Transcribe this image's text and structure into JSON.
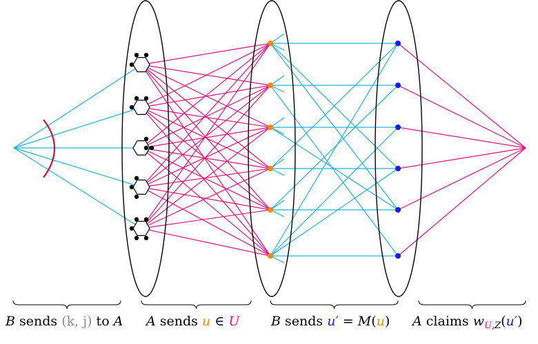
{
  "colors": {
    "cyan": "#1fb3df",
    "magenta": "#e6127c",
    "orange": "#f28c00",
    "blue": "#1a1ae0",
    "crimson": "#c8104a",
    "black": "#000000"
  },
  "stages": [
    {
      "id": "stage-1",
      "parts": [
        {
          "text": "B",
          "style": "it"
        },
        {
          "text": " sends ",
          "style": ""
        },
        {
          "text": "(k, j)",
          "style": "gray"
        },
        {
          "text": " to ",
          "style": ""
        },
        {
          "text": "A",
          "style": "it"
        }
      ]
    },
    {
      "id": "stage-2",
      "parts": [
        {
          "text": "A",
          "style": "it"
        },
        {
          "text": " sends ",
          "style": ""
        },
        {
          "text": "u",
          "style": "it orange"
        },
        {
          "text": " ∈ ",
          "style": ""
        },
        {
          "text": "U",
          "style": "it pink"
        }
      ]
    },
    {
      "id": "stage-3",
      "parts": [
        {
          "text": "B",
          "style": "it"
        },
        {
          "text": " sends ",
          "style": ""
        },
        {
          "text": "u′",
          "style": "it blue"
        },
        {
          "text": " = ",
          "style": ""
        },
        {
          "text": "M",
          "style": "it"
        },
        {
          "text": "(",
          "style": ""
        },
        {
          "text": "u",
          "style": "it orange"
        },
        {
          "text": ")",
          "style": ""
        }
      ]
    },
    {
      "id": "stage-4",
      "parts": [
        {
          "text": "A",
          "style": "it"
        },
        {
          "text": " claims ",
          "style": ""
        },
        {
          "text": "w",
          "style": "it"
        },
        {
          "text": "U",
          "style": "it pink sub"
        },
        {
          "text": ",Z",
          "style": "it sub"
        },
        {
          "text": "(",
          "style": ""
        },
        {
          "text": "u′",
          "style": "it blue"
        },
        {
          "text": ")",
          "style": ""
        }
      ]
    }
  ]
}
